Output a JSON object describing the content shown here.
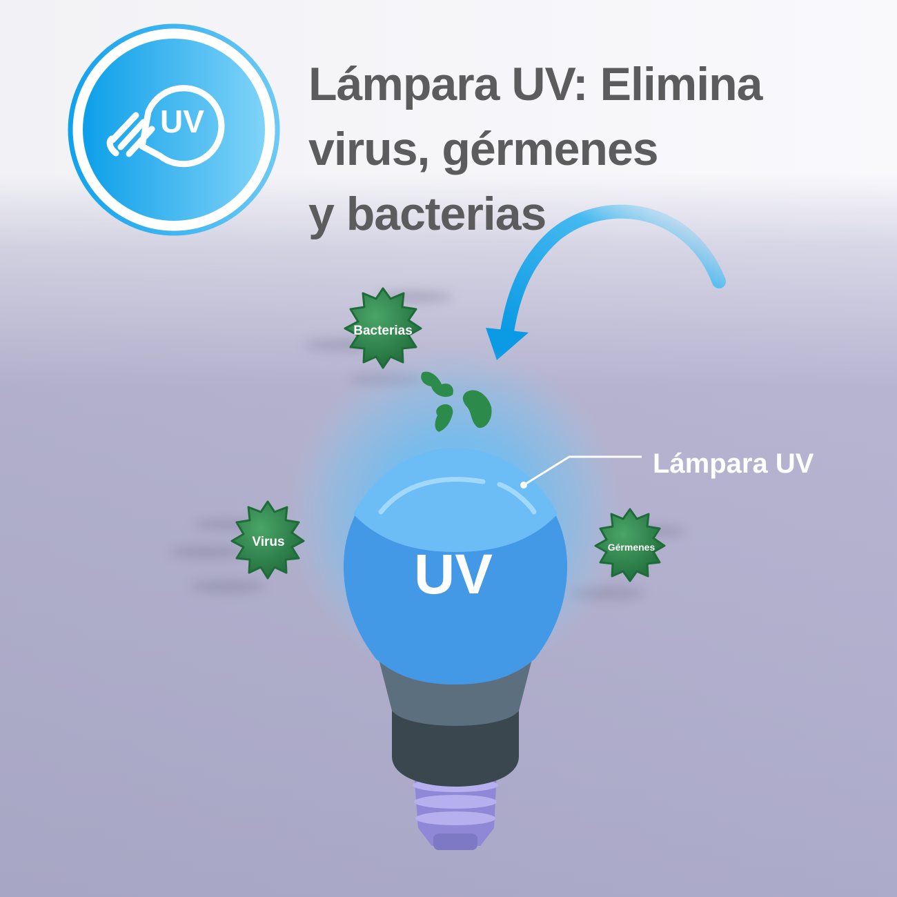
{
  "title": {
    "line1": "Lámpara UV: Elimina",
    "line2": "virus, gérmenes",
    "line3": "y bacterias"
  },
  "badge": {
    "text": "UV",
    "icon": "uv-bulb-icon"
  },
  "bulb": {
    "label": "UV"
  },
  "callout": {
    "label": "Lámpara UV"
  },
  "microbes": {
    "bacterias": "Bacterias",
    "virus": "Virus",
    "germenes": "Gérmenes"
  },
  "colors": {
    "badge_blue": "#1aa9ef",
    "title_gray": "#5c5c5e",
    "bulb_blue": "#4499e6",
    "microbe_green": "#2f8a4d",
    "arrow_blue": "#16a3ea"
  }
}
